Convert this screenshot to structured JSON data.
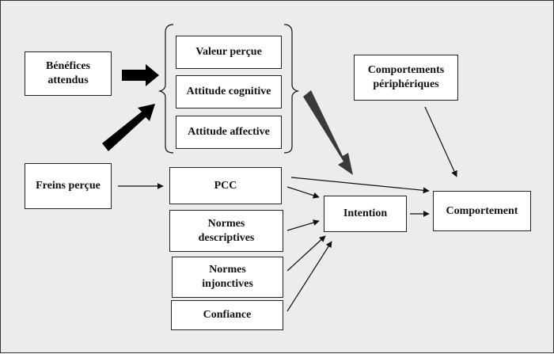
{
  "diagram": {
    "boxes": {
      "benefices": "Bénéfices\nattendus",
      "valeur": "Valeur perçue",
      "attitude_cognitive": "Attitude cognitive",
      "attitude_affective": "Attitude affective",
      "comportements_peripheriques": "Comportements\npériphériques",
      "freins": "Freins perçue",
      "pcc": "PCC",
      "normes_descriptives": "Normes\ndescriptives",
      "normes_injonctives": "Normes\ninjonctives",
      "confiance": "Confiance",
      "intention": "Intention",
      "comportement": "Comportement"
    },
    "colors": {
      "background": "#ececec",
      "box_fill": "#ffffff",
      "thin_arrow": "#111111",
      "bold_arrow": "#000000",
      "gray_arrow": "#3a3a3a"
    }
  }
}
